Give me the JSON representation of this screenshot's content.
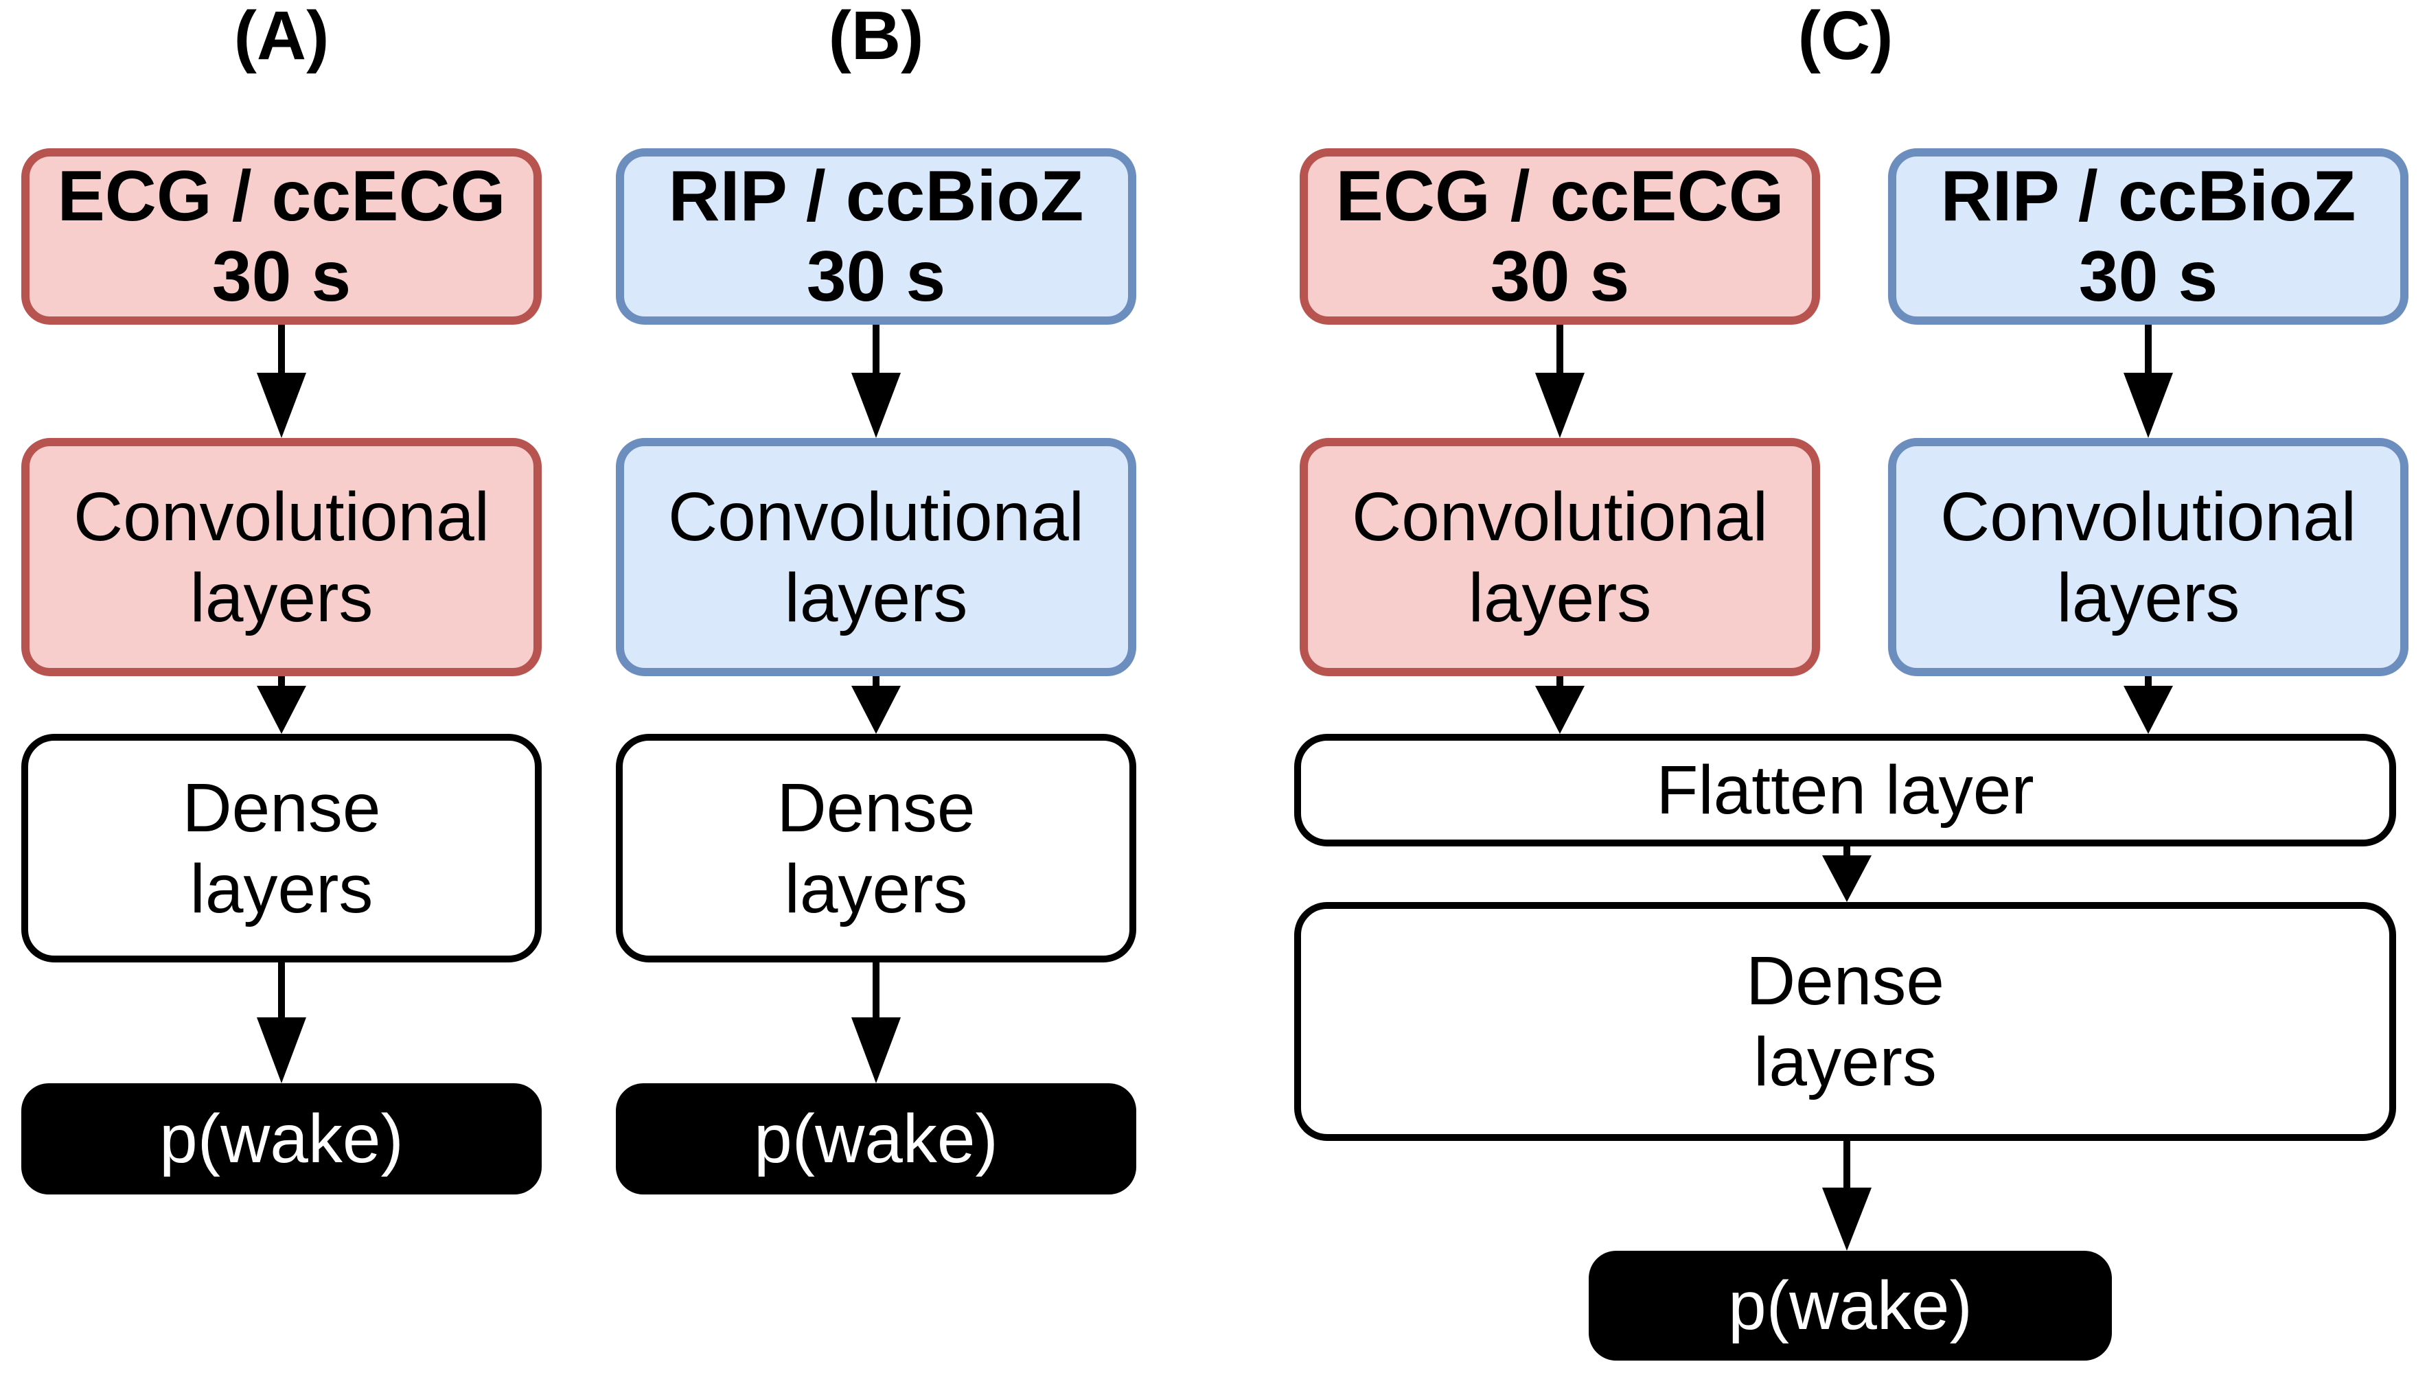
{
  "diagram": {
    "panel_a": {
      "title": "(A)",
      "input_line1": "ECG / ccECG",
      "input_line2": "30 s",
      "conv_line1": "Convolutional",
      "conv_line2": "layers",
      "dense_line1": "Dense",
      "dense_line2": "layers",
      "output": "p(wake)"
    },
    "panel_b": {
      "title": "(B)",
      "input_line1": "RIP / ccBioZ",
      "input_line2": "30 s",
      "conv_line1": "Convolutional",
      "conv_line2": "layers",
      "dense_line1": "Dense",
      "dense_line2": "layers",
      "output": "p(wake)"
    },
    "panel_c": {
      "title": "(C)",
      "input_ecg_line1": "ECG / ccECG",
      "input_ecg_line2": "30 s",
      "input_rip_line1": "RIP / ccBioZ",
      "input_rip_line2": "30 s",
      "conv_ecg_line1": "Convolutional",
      "conv_ecg_line2": "layers",
      "conv_rip_line1": "Convolutional",
      "conv_rip_line2": "layers",
      "flatten": "Flatten layer",
      "dense_line1": "Dense",
      "dense_line2": "layers",
      "output": "p(wake)"
    },
    "colors": {
      "ecg_fill": "#f8cecc",
      "ecg_border": "#b85450",
      "rip_fill": "#dae8fc",
      "rip_border": "#6c8ebf",
      "plain_fill": "#ffffff",
      "plain_border": "#000000",
      "output_fill": "#000000",
      "output_text": "#ffffff"
    }
  }
}
